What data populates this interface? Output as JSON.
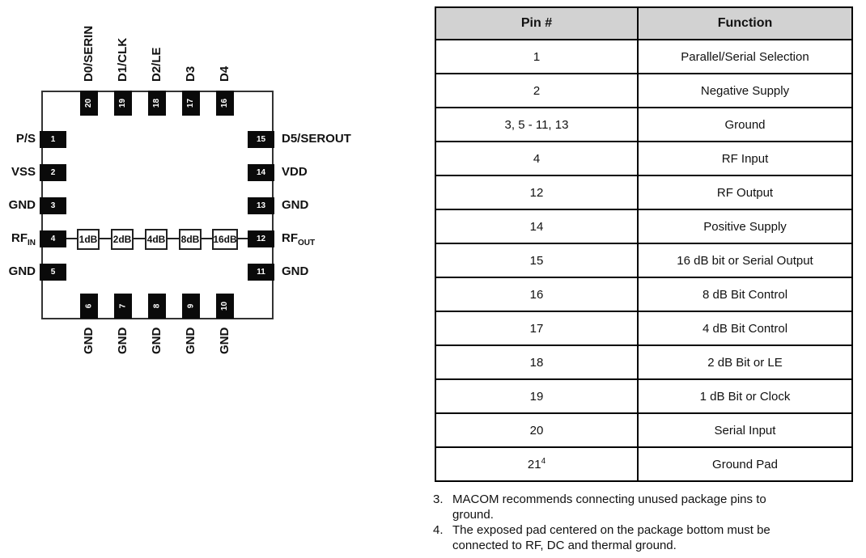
{
  "diagram": {
    "top_pins": [
      {
        "num": "20",
        "label": "D0/SERIN"
      },
      {
        "num": "19",
        "label": "D1/CLK"
      },
      {
        "num": "18",
        "label": "D2/LE"
      },
      {
        "num": "17",
        "label": "D3"
      },
      {
        "num": "16",
        "label": "D4"
      }
    ],
    "left_pins": [
      {
        "num": "1",
        "label": "P/S"
      },
      {
        "num": "2",
        "label": "VSS"
      },
      {
        "num": "3",
        "label": "GND"
      },
      {
        "num": "4",
        "label": "RF",
        "sub": "IN"
      },
      {
        "num": "5",
        "label": "GND"
      }
    ],
    "right_pins": [
      {
        "num": "15",
        "label": "D5/SEROUT"
      },
      {
        "num": "14",
        "label": "VDD"
      },
      {
        "num": "13",
        "label": "GND"
      },
      {
        "num": "12",
        "label": "RF",
        "sub": "OUT"
      },
      {
        "num": "11",
        "label": "GND"
      }
    ],
    "bottom_pins": [
      {
        "num": "6",
        "label": "GND"
      },
      {
        "num": "7",
        "label": "GND"
      },
      {
        "num": "8",
        "label": "GND"
      },
      {
        "num": "9",
        "label": "GND"
      },
      {
        "num": "10",
        "label": "GND"
      }
    ],
    "attenuators": [
      "1dB",
      "2dB",
      "4dB",
      "8dB",
      "16dB"
    ]
  },
  "table": {
    "headers": [
      "Pin #",
      "Function"
    ],
    "rows": [
      {
        "pin": "1",
        "function": "Parallel/Serial Selection"
      },
      {
        "pin": "2",
        "function": "Negative Supply"
      },
      {
        "pin": "3, 5 - 11, 13",
        "function": "Ground"
      },
      {
        "pin": "4",
        "function": "RF Input"
      },
      {
        "pin": "12",
        "function": "RF Output"
      },
      {
        "pin": "14",
        "function": "Positive Supply"
      },
      {
        "pin": "15",
        "function": "16 dB bit or Serial Output"
      },
      {
        "pin": "16",
        "function": "8 dB Bit Control"
      },
      {
        "pin": "17",
        "function": "4 dB Bit Control"
      },
      {
        "pin": "18",
        "function": "2 dB Bit or LE"
      },
      {
        "pin": "19",
        "function": "1 dB Bit or Clock"
      },
      {
        "pin": "20",
        "function": "Serial Input"
      },
      {
        "pin": "21",
        "pin_sup": "4",
        "function": "Ground Pad"
      }
    ]
  },
  "notes": [
    {
      "num": "3.",
      "lines": [
        "MACOM recommends connecting unused package pins to",
        "ground."
      ]
    },
    {
      "num": "4.",
      "lines": [
        "The exposed pad centered on the package bottom must be",
        "connected to RF, DC and thermal ground."
      ]
    }
  ],
  "colors": {
    "header_bg": "#d2d2d2",
    "pin_fill": "#0a0a0a",
    "border": "#000000"
  }
}
